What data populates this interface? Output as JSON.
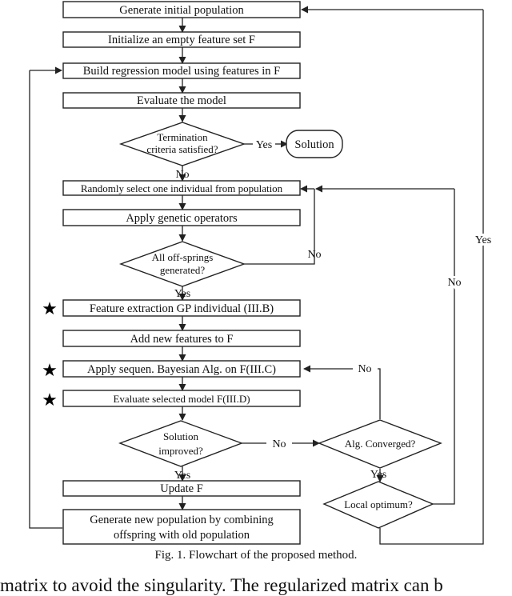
{
  "steps": {
    "generate_initial_population": "Generate initial population",
    "initialize_feature_set": "Initialize an empty feature set F",
    "build_regression_model": "Build regression model using features in F",
    "evaluate_model": "Evaluate the model",
    "randomly_select_individual": "Randomly select one individual from population",
    "apply_genetic_operators": "Apply genetic operators",
    "feature_extraction": "Feature extraction GP individual (III.B)",
    "add_new_features": "Add new features to F",
    "apply_bayesian": "Apply  sequen. Bayesian Alg. on F(III.C)",
    "evaluate_selected_model": "Evaluate selected model F(III.D)",
    "update_f": "Update F",
    "generate_new_population_line1": "Generate new population by combining",
    "generate_new_population_line2": "offspring with old population"
  },
  "decisions": {
    "termination_line1": "Termination",
    "termination_line2": "criteria satisfied?",
    "offsprings_line1": "All off-springs",
    "offsprings_line2": "generated?",
    "solution_improved_line1": "Solution",
    "solution_improved_line2": "improved?",
    "alg_converged": "Alg. Converged?",
    "local_optimum": "Local optimum?"
  },
  "terminal": {
    "solution": "Solution"
  },
  "edge_labels": {
    "yes": "Yes",
    "no": "No"
  },
  "markers": {
    "star": "★"
  },
  "caption": "Fig. 1.  Flowchart of the proposed method.",
  "body_text": "matrix to avoid the singularity. The regularized matrix can b"
}
